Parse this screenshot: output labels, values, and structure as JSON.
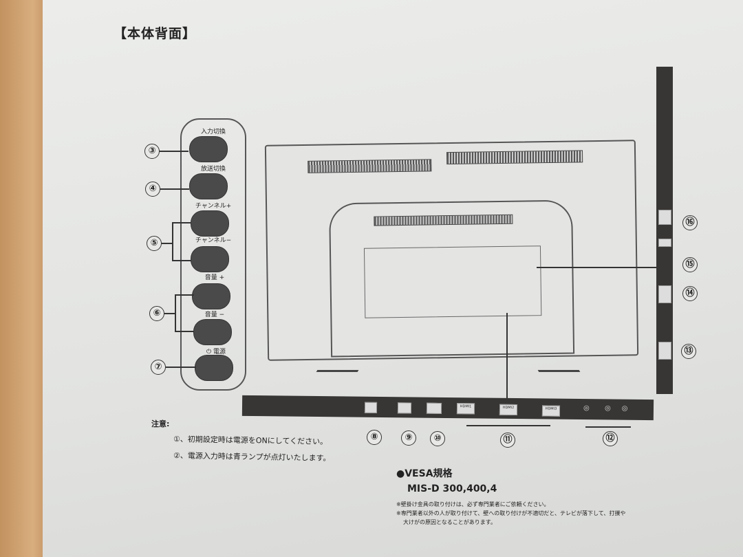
{
  "title": "【本体背面】",
  "buttons": [
    {
      "num": "③",
      "label": "入力切換"
    },
    {
      "num": "④",
      "label": "放送切換"
    },
    {
      "num": "⑤",
      "label": "チャンネル+"
    },
    {
      "num": "",
      "label": "チャンネル−"
    },
    {
      "num": "⑥",
      "label": "音量 +"
    },
    {
      "num": "",
      "label": "音量 −"
    },
    {
      "num": "⑦",
      "label": "⏻ 電源"
    }
  ],
  "bottom_ports": {
    "hdmi": [
      "HDMI1",
      "HDMI2",
      "HDMI3"
    ],
    "numbers": [
      "⑧",
      "⑨",
      "⑩",
      "⑪",
      "⑫"
    ]
  },
  "side_ports": {
    "numbers": [
      "⑯",
      "⑮",
      "⑭",
      "⑬"
    ]
  },
  "notes": {
    "heading": "注意:",
    "items": [
      "①、初期設定時は電源をONにしてください。",
      "②、電源入力時は青ランプが点灯いたします。"
    ]
  },
  "vesa": {
    "heading": "●VESA規格",
    "spec": "MIS-D 300,400,4",
    "remarks": [
      "※壁掛け金具の取り付けは、必ず専門業者にご依頼ください。",
      "※専門業者以外の人が取り付けて、壁への取り付けが不適切だと、テレビが落下して、打撲や",
      "大けがの原因となることがあります。"
    ]
  }
}
